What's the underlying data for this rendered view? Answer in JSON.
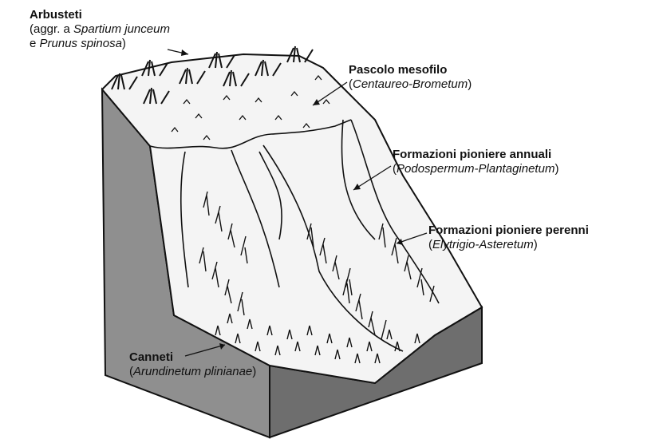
{
  "labels": {
    "arbusteti": {
      "name": "Arbusteti",
      "line2_pre": "(aggr. a ",
      "line2_italic": "Spartium junceum",
      "line3_pre": "e ",
      "line3_italic": "Prunus spinosa",
      "line3_post": ")"
    },
    "pascolo": {
      "name": "Pascolo mesofilo",
      "sub_open": "(",
      "sub_italic": "Centaureo-Brometum",
      "sub_close": ")"
    },
    "annuali": {
      "name": "Formazioni pioniere annuali",
      "sub_open": "(",
      "sub_italic": "Podospermum-Plantaginetum",
      "sub_close": ")"
    },
    "perenni": {
      "name": "Formazioni pioniere perenni",
      "sub_open": "(",
      "sub_italic": "Elytrigio-Asteretum",
      "sub_close": ")"
    },
    "canneti": {
      "name": "Canneti",
      "sub_open": "(",
      "sub_italic": "Arundinetum plinianae",
      "sub_close": ")"
    }
  },
  "colors": {
    "block_side": "#8f8f8f",
    "block_front": "#6e6e6e",
    "surface": "#f4f4f4",
    "ink": "#111111"
  }
}
